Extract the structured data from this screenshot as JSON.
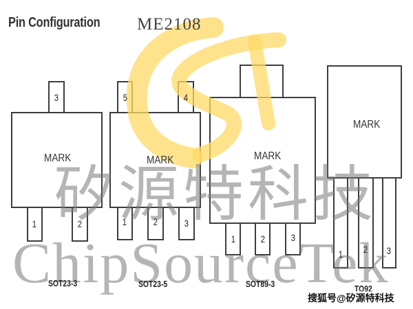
{
  "header": {
    "title": "Pin Configuration",
    "part_number": "ME2108"
  },
  "watermark": {
    "chinese": "矽源特科技",
    "english": "ChipSourceTek",
    "logo": "CST",
    "logo_color": "#FFD966"
  },
  "packages": [
    {
      "name": "SOT23-3",
      "mark": "MARK",
      "top_pins": [
        "3"
      ],
      "bottom_pins": [
        "1",
        "2"
      ]
    },
    {
      "name": "SOT23-5",
      "mark": "MARK",
      "top_pins": [
        "5",
        "4"
      ],
      "bottom_pins": [
        "1",
        "2",
        "3"
      ]
    },
    {
      "name": "SOT89-3",
      "mark": "MARK",
      "top_pins": [],
      "bottom_pins": [
        "1",
        "2",
        "3"
      ]
    },
    {
      "name": "TO92",
      "mark": "MARK",
      "top_pins": [],
      "bottom_pins": [
        "1",
        "2",
        "3"
      ]
    }
  ],
  "footer": {
    "credit": "搜狐号@矽源特科技"
  },
  "colors": {
    "outline": "#3D3D3D",
    "watermark_gray": "#787878",
    "logo_yellow": "#FFD966"
  }
}
